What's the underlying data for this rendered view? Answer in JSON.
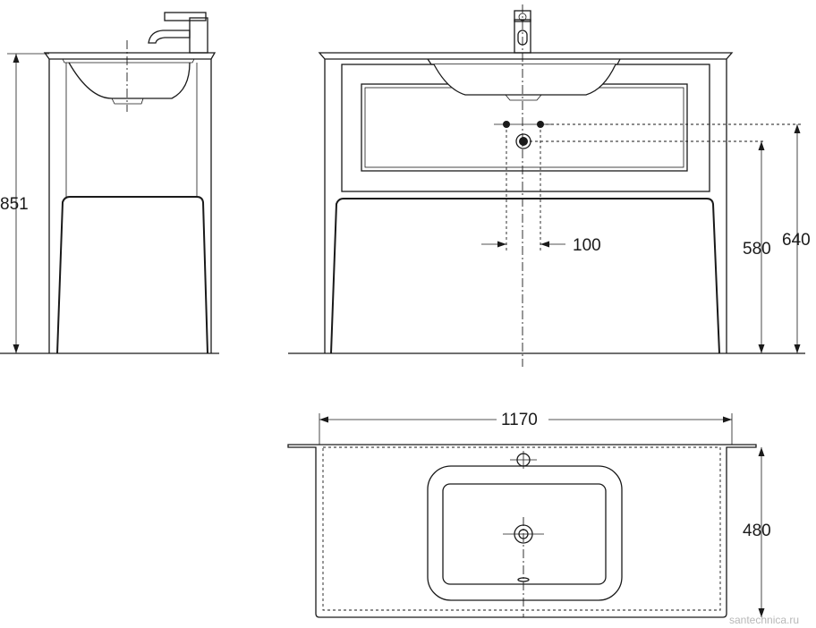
{
  "dimensions": {
    "height_total": "851",
    "width_total": "1170",
    "hole_spacing": "100",
    "drain_height": "580",
    "supply_height": "640",
    "depth": "480"
  },
  "watermark": "santechnica.ru",
  "colors": {
    "line": "#1a1a1a",
    "background": "#ffffff",
    "watermark": "#b8b8b8"
  }
}
